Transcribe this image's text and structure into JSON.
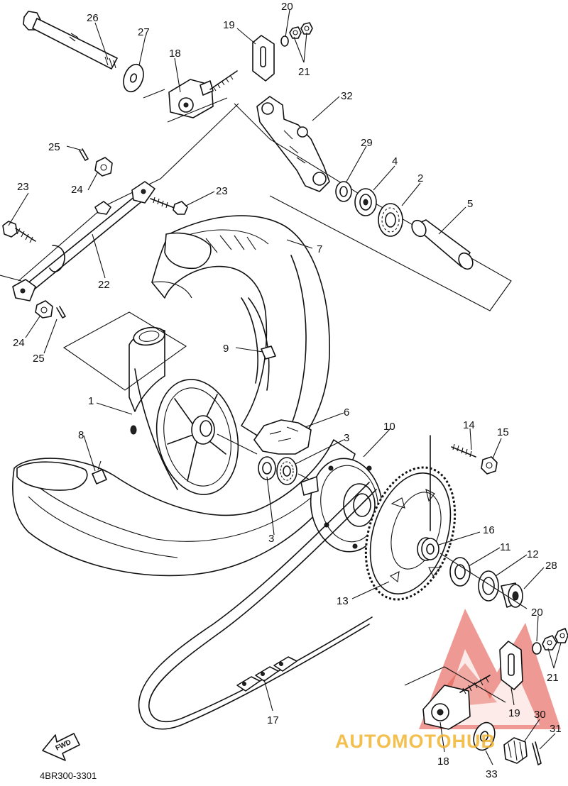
{
  "diagram": {
    "code": "4BR300-3301",
    "fwd_label": "FWD",
    "watermark": {
      "text": "AUTOMOTOHUB",
      "colors": {
        "primary": "#e0463a",
        "secondary": "#f2b431"
      }
    },
    "parts": [
      {
        "id": "p26",
        "label": "26"
      },
      {
        "id": "p27",
        "label": "27"
      },
      {
        "id": "p18a",
        "label": "18"
      },
      {
        "id": "p19a",
        "label": "19"
      },
      {
        "id": "p20a",
        "label": "20"
      },
      {
        "id": "p21a",
        "label": "21"
      },
      {
        "id": "p32",
        "label": "32"
      },
      {
        "id": "p29",
        "label": "29"
      },
      {
        "id": "p4",
        "label": "4"
      },
      {
        "id": "p2",
        "label": "2"
      },
      {
        "id": "p5",
        "label": "5"
      },
      {
        "id": "p25a",
        "label": "25"
      },
      {
        "id": "p24a",
        "label": "24"
      },
      {
        "id": "p23a",
        "label": "23"
      },
      {
        "id": "p23b",
        "label": "23"
      },
      {
        "id": "p22",
        "label": "22"
      },
      {
        "id": "p7",
        "label": "7"
      },
      {
        "id": "p24b",
        "label": "24"
      },
      {
        "id": "p25b",
        "label": "25"
      },
      {
        "id": "p9",
        "label": "9"
      },
      {
        "id": "p1",
        "label": "1"
      },
      {
        "id": "p8",
        "label": "8"
      },
      {
        "id": "p6",
        "label": "6"
      },
      {
        "id": "p3a",
        "label": "3"
      },
      {
        "id": "p10",
        "label": "10"
      },
      {
        "id": "p14",
        "label": "14"
      },
      {
        "id": "p15",
        "label": "15"
      },
      {
        "id": "p3b",
        "label": "3"
      },
      {
        "id": "p16",
        "label": "16"
      },
      {
        "id": "p11",
        "label": "11"
      },
      {
        "id": "p12",
        "label": "12"
      },
      {
        "id": "p28",
        "label": "28"
      },
      {
        "id": "p13",
        "label": "13"
      },
      {
        "id": "p20b",
        "label": "20"
      },
      {
        "id": "p21b",
        "label": "21"
      },
      {
        "id": "p17",
        "label": "17"
      },
      {
        "id": "p19b",
        "label": "19"
      },
      {
        "id": "p30",
        "label": "30"
      },
      {
        "id": "p31",
        "label": "31"
      },
      {
        "id": "p18b",
        "label": "18"
      },
      {
        "id": "p33",
        "label": "33"
      }
    ]
  }
}
